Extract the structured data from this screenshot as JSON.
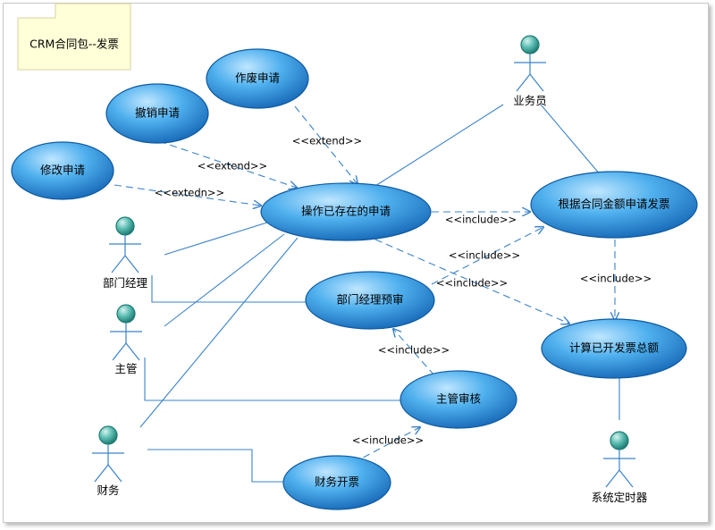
{
  "note": {
    "text": "CRM合同包--发票"
  },
  "actors": {
    "salesman": "业务员",
    "dept_manager": "部门经理",
    "supervisor": "主管",
    "finance": "财务",
    "timer": "系统定时器"
  },
  "use_cases": {
    "void_request": "作废申请",
    "revoke_request": "撤销申请",
    "modify_request": "修改申请",
    "operate_existing": "操作已存在的申请",
    "apply_by_amount": "根据合同金额申请发票",
    "dept_review": "部门经理预审",
    "supervisor_review": "主管审核",
    "finance_invoice": "财务开票",
    "calc_total": "计算已开发票总额"
  },
  "stereotypes": {
    "extend1": "<<extend>>",
    "extend2": "<<extend>>",
    "extedn": "<<extedn>>",
    "include1": "<<include>>",
    "include2": "<<include>>",
    "include3": "<<include>>",
    "include4": "<<include>>",
    "include5": "<<include>>",
    "include6": "<<include>>"
  },
  "colors": {
    "ellipse_fill_light": "#5fb8ee",
    "ellipse_fill_dark": "#1a70c0",
    "ellipse_stroke": "#0f5aa0",
    "line": "#3b83c8",
    "actor_head": "#3aa39a",
    "note_fill": "#ffffd8"
  }
}
